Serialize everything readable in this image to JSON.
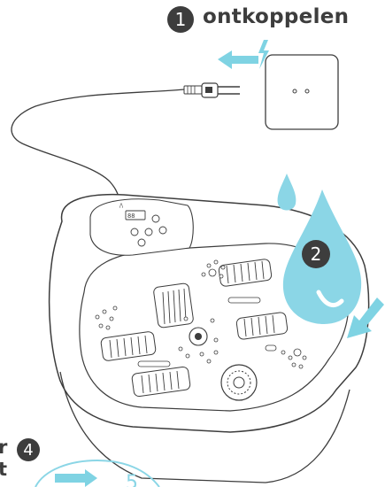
{
  "steps": [
    {
      "number": "1",
      "label": "ontkoppelen"
    },
    {
      "number": "2"
    },
    {
      "number": "4",
      "partial_text": "r\nt"
    }
  ],
  "colors": {
    "outline": "#3d3d3d",
    "arrow": "#7fd3e3",
    "water": "#8bd6e6",
    "badge": "#3d3d3d"
  },
  "icons": [
    "unplug-arrow-icon",
    "lightning-icon",
    "power-plug-icon",
    "wall-socket-icon",
    "water-drop-icon",
    "pour-arrow-icon",
    "foot-spa-illustration"
  ]
}
